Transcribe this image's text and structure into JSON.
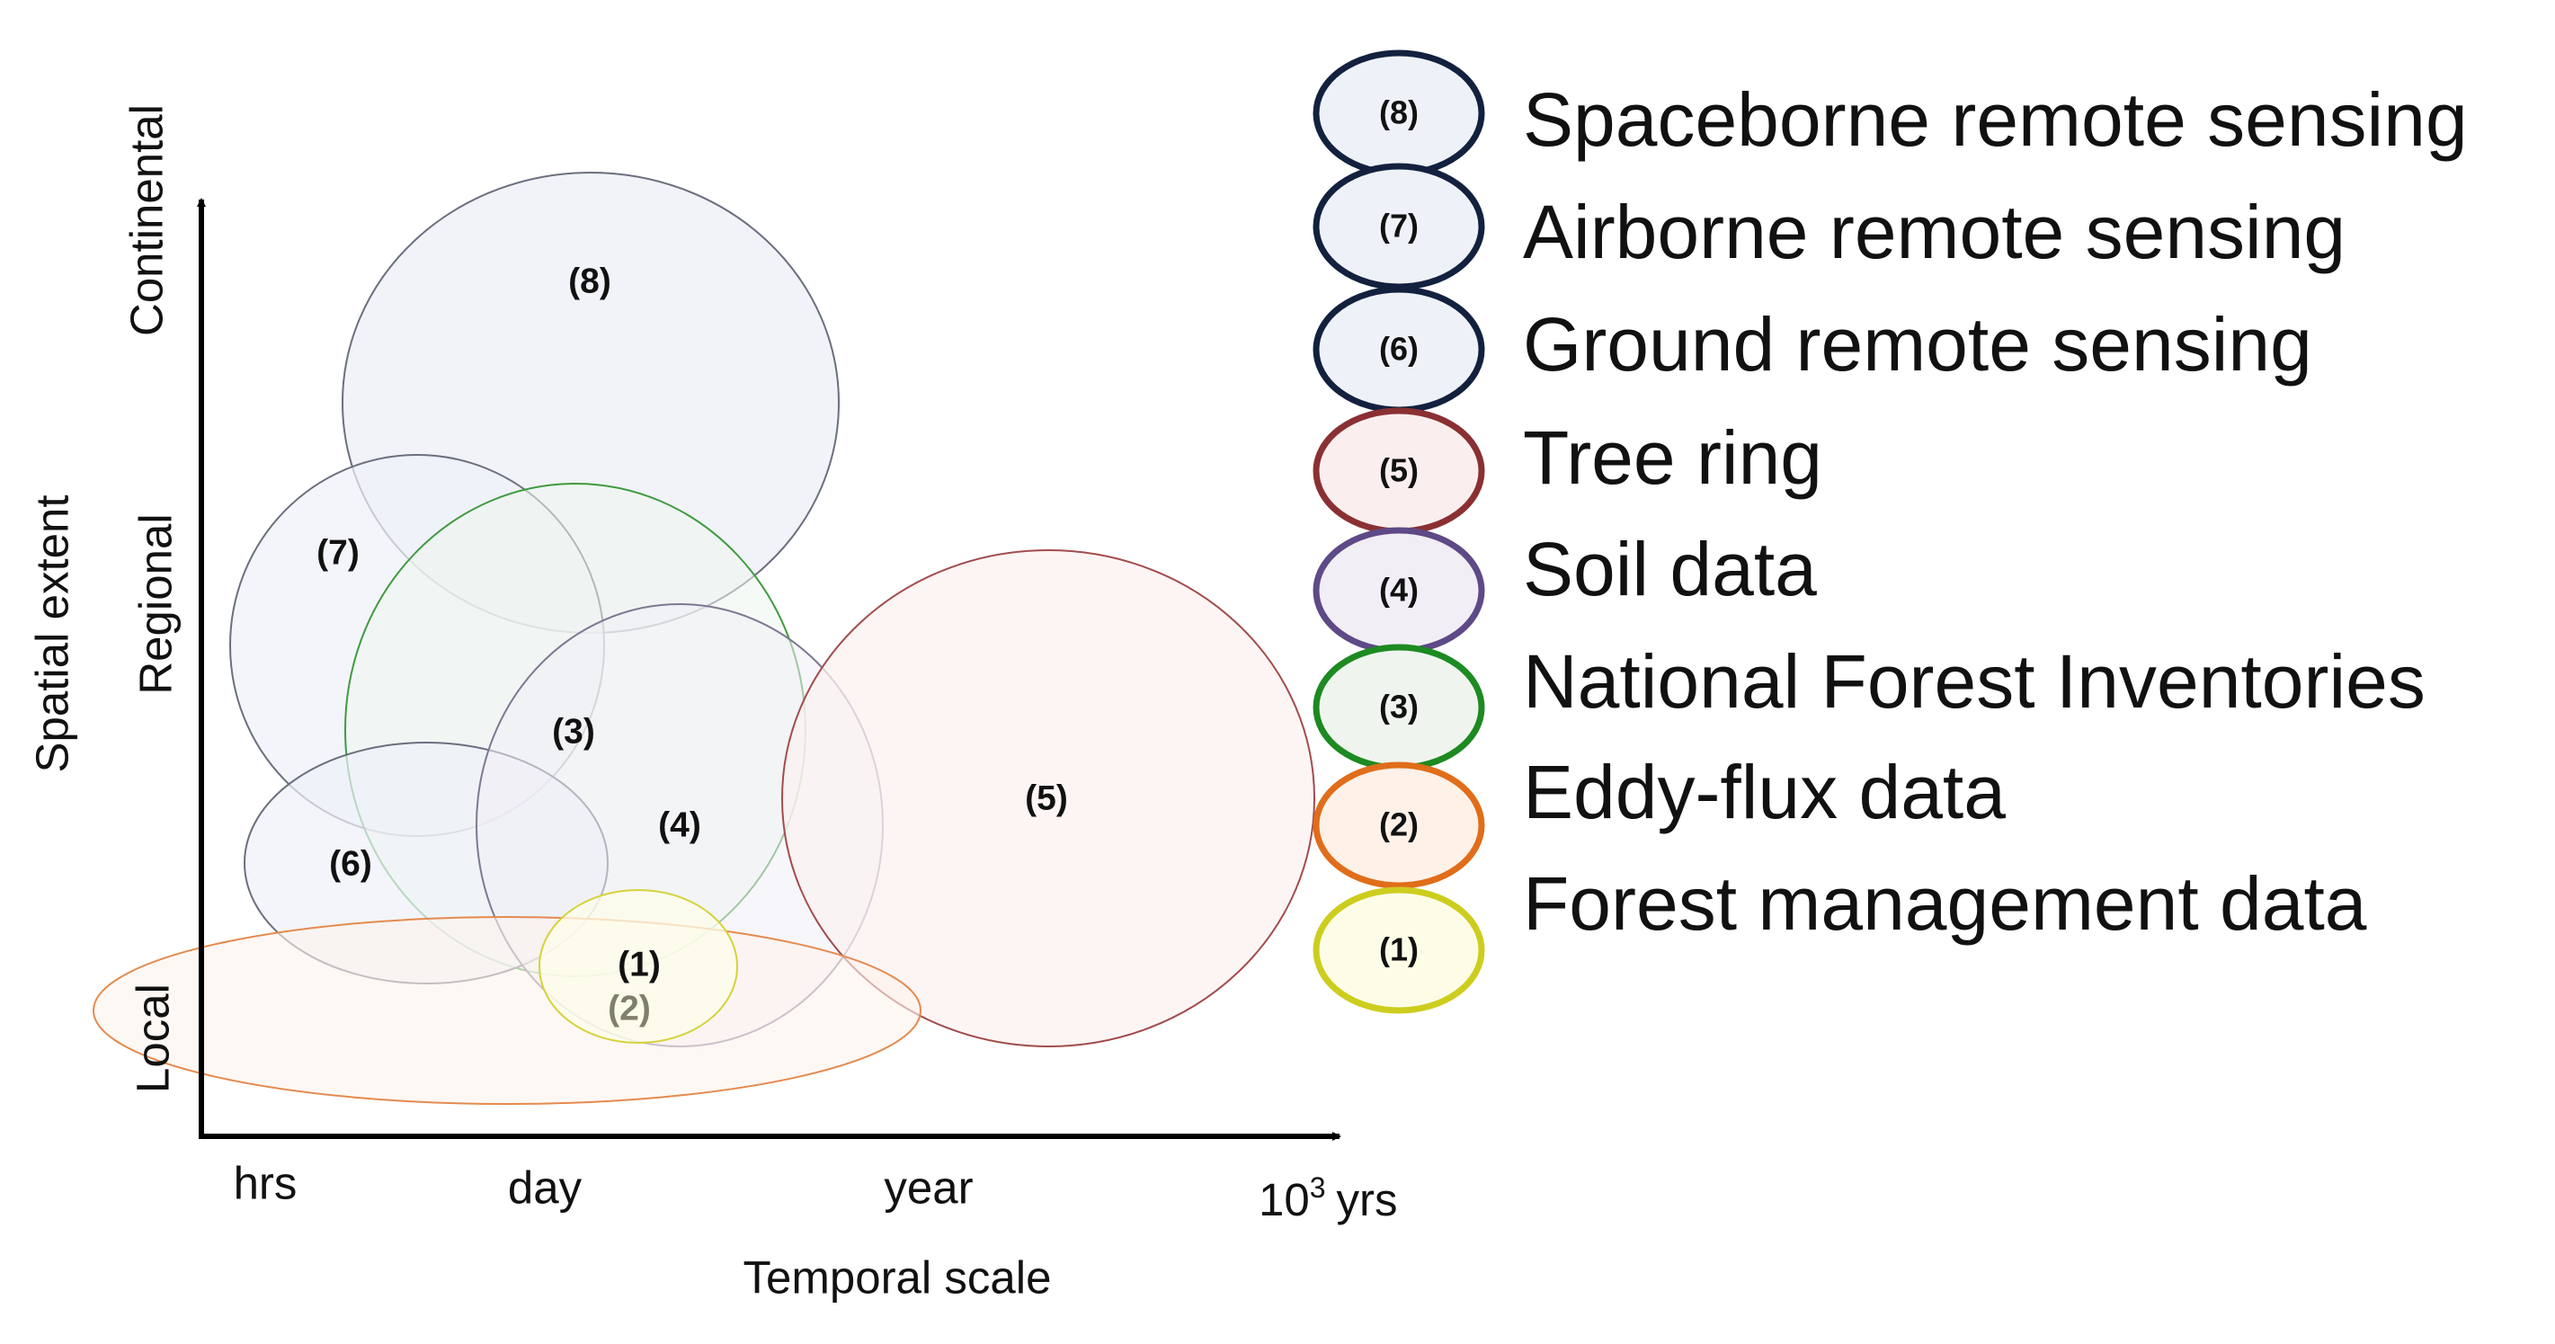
{
  "axes": {
    "x_label": "Temporal scale",
    "y_label": "Spatial extent",
    "x_ticks": [
      "hrs",
      "day",
      "year",
      "10",
      "3",
      "yrs"
    ],
    "y_ticks": [
      "Local",
      "Regional",
      "Continental"
    ]
  },
  "items": [
    {
      "id": "8",
      "label": "(8)",
      "name": "Spaceborne remote sensing",
      "stroke": "#6b6f7e",
      "fill": "#eef1f8",
      "legend_stroke": "#13213f",
      "legend_fill": "#eef2f8"
    },
    {
      "id": "7",
      "label": "(7)",
      "name": "Airborne remote sensing",
      "stroke": "#6b6f7e",
      "fill": "#eef1f8",
      "legend_stroke": "#13213f",
      "legend_fill": "#eef2f8"
    },
    {
      "id": "6",
      "label": "(6)",
      "name": "Ground remote sensing",
      "stroke": "#6b6f7e",
      "fill": "#eef1f8",
      "legend_stroke": "#13213f",
      "legend_fill": "#eef2f8"
    },
    {
      "id": "5",
      "label": "(5)",
      "name": "Tree ring",
      "stroke": "#a24c4c",
      "fill": "#fbf1f0",
      "legend_stroke": "#8a3033",
      "legend_fill": "#faeeee"
    },
    {
      "id": "4",
      "label": "(4)",
      "name": "Soil data",
      "stroke": "#7d7893",
      "fill": "#f1eff6",
      "legend_stroke": "#5e4a86",
      "legend_fill": "#f1eef6"
    },
    {
      "id": "3",
      "label": "(3)",
      "name": "National Forest Inventories",
      "stroke": "#3f9b3f",
      "fill": "#eff5ee",
      "legend_stroke": "#1d8a22",
      "legend_fill": "#eff5ee"
    },
    {
      "id": "2",
      "label": "(2)",
      "name": "Eddy-flux data",
      "stroke": "#e48a4e",
      "fill": "#fdf3ec",
      "legend_stroke": "#e06d1a",
      "legend_fill": "#fdf1e8"
    },
    {
      "id": "1",
      "label": "(1)",
      "name": "Forest management data",
      "stroke": "#d5d23a",
      "fill": "#fdfde9",
      "legend_stroke": "#cdcd1f",
      "legend_fill": "#fdfde7"
    }
  ]
}
